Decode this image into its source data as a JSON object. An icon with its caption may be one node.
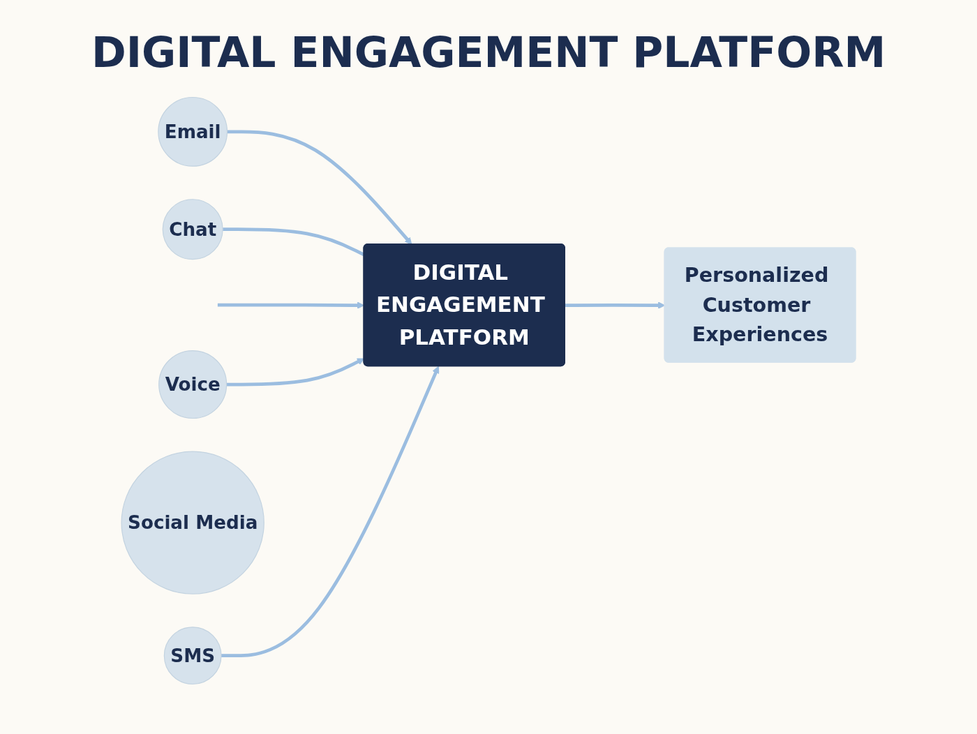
{
  "diagram": {
    "title": "DIGITAL ENGAGEMENT PLATFORM",
    "nodes": [
      {
        "text": [
          "Email"
        ]
      },
      {
        "text": [
          "Chat"
        ]
      },
      {
        "text": [
          "Voice"
        ]
      },
      {
        "text": [
          "SMS"
        ]
      },
      {
        "text": [
          "Social Media"
        ]
      },
      {
        "text": [
          "DIGITAL ENGAGEMENT PLATFORM"
        ]
      },
      {
        "text": [
          "Personalized Customer Experiences"
        ]
      }
    ],
    "edges": [
      {
        "from": 0,
        "to": 5,
        "arrow": "to"
      },
      {
        "from": 1,
        "to": 5,
        "arrow": "none"
      },
      {
        "from": null,
        "to": 5,
        "arrow": "to"
      },
      {
        "from": 2,
        "to": 5,
        "arrow": "to"
      },
      {
        "from": 3,
        "to": 5,
        "arrow": "to"
      },
      {
        "from": 5,
        "to": 6,
        "arrow": "to"
      }
    ]
  }
}
